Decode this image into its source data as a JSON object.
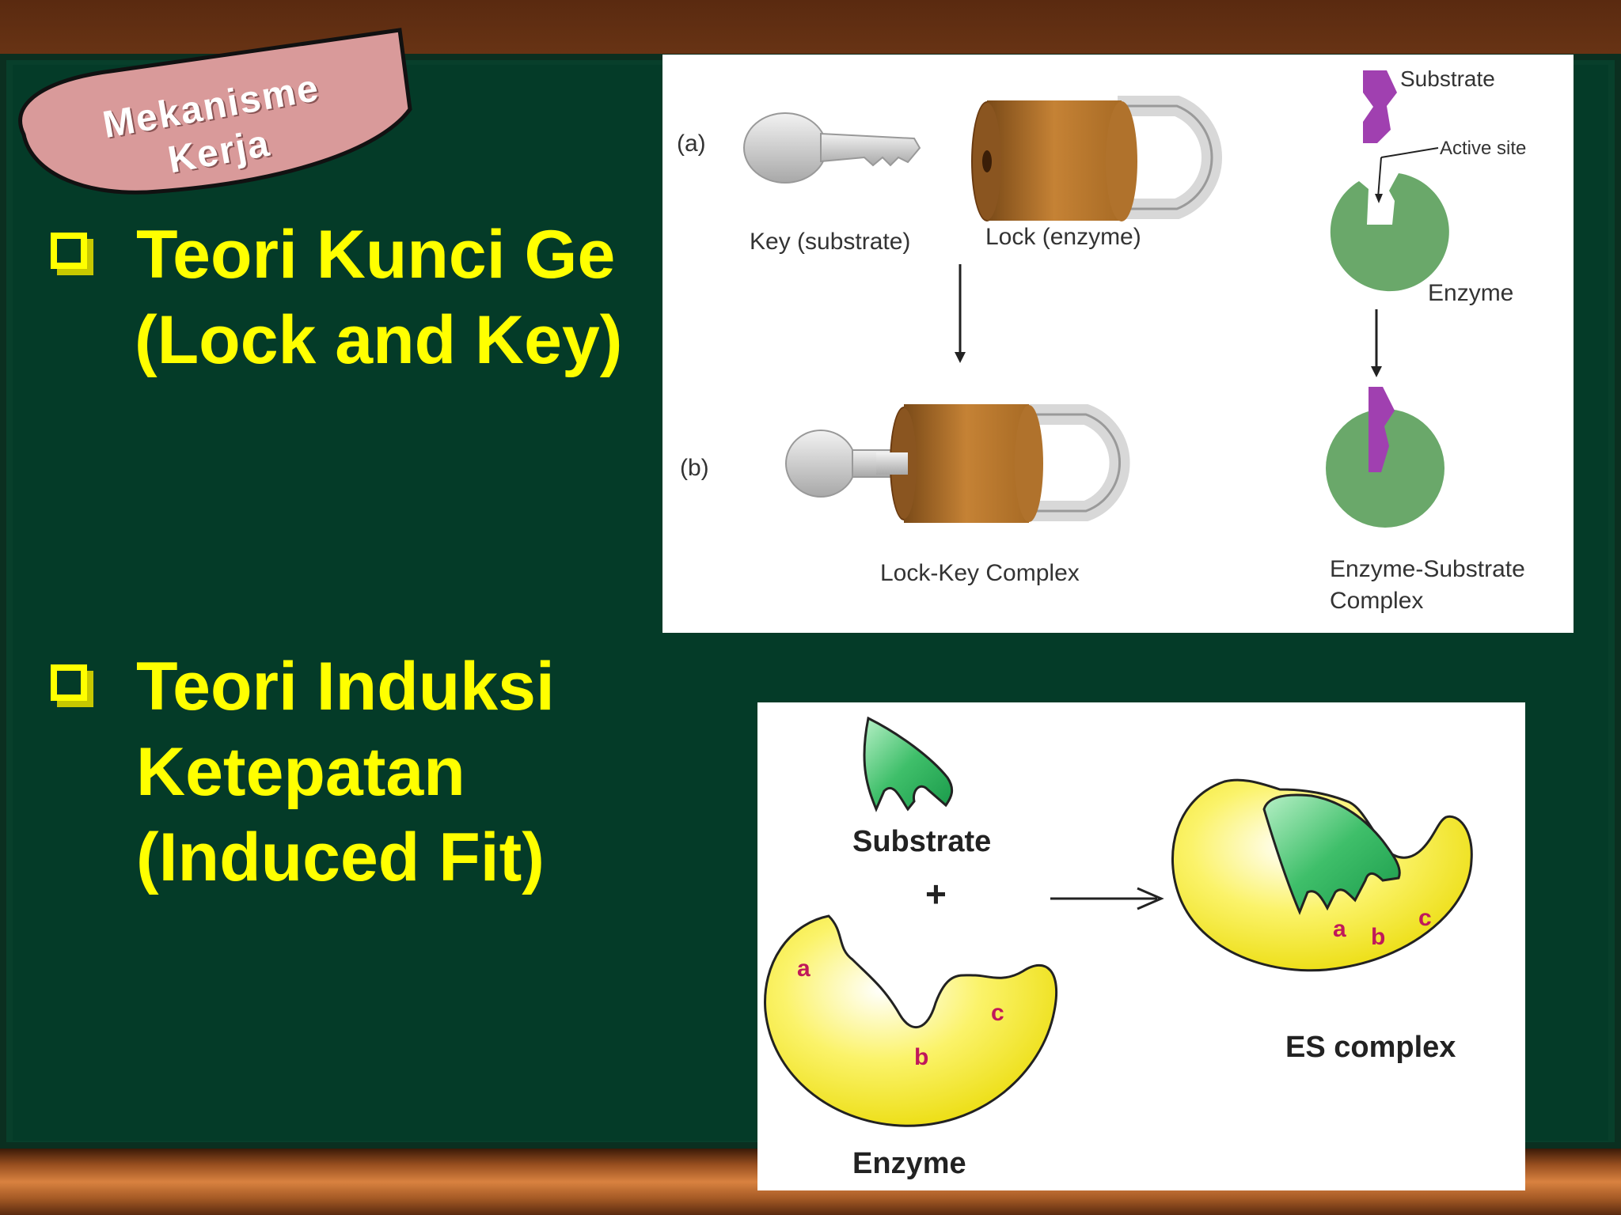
{
  "slide": {
    "label": {
      "line1": "Mekanisme",
      "line2": "Kerja",
      "fill": "#d99a9a"
    },
    "heading1": {
      "line1": "Teori Kunci Ge",
      "line2": "(Lock and Key)"
    },
    "heading2": {
      "line1": "Teori Induksi",
      "line2": "Ketepatan",
      "line3": "(Induced Fit)"
    },
    "colors": {
      "board": "#043b28",
      "heading": "#ffff00",
      "frame": "#b8692c"
    }
  },
  "lock_key_figure": {
    "part_a": "(a)",
    "part_b": "(b)",
    "key_label": "Key (substrate)",
    "lock_label": "Lock (enzyme)",
    "substrate_label": "Substrate",
    "active_site_label": "Active site",
    "enzyme_label": "Enzyme",
    "complex_label": "Lock-Key Complex",
    "es_label_line1": "Enzyme-Substrate",
    "es_label_line2": "Complex",
    "colors": {
      "lock": "#c17a2c",
      "substrate": "#a040b0",
      "enzyme": "#6aa86a",
      "key": "#cfcfcf"
    }
  },
  "induced_fit_figure": {
    "substrate_label": "Substrate",
    "plus": "+",
    "enzyme_label": "Enzyme",
    "es_complex_label": "ES complex",
    "site_a": "a",
    "site_b": "b",
    "site_c": "c",
    "colors": {
      "enzyme": "#f2ea20",
      "substrate": "#3fbf6a",
      "sites": "#c0185a"
    }
  }
}
